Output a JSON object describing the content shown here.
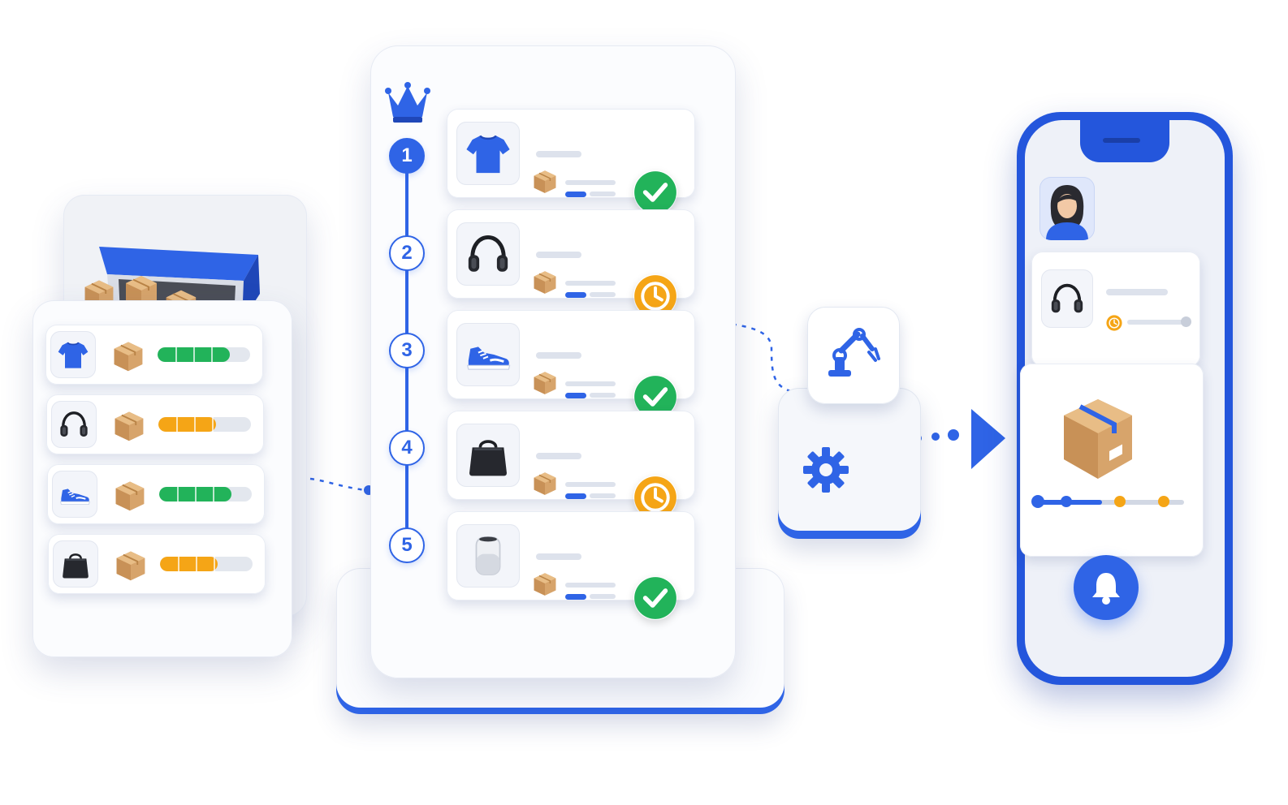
{
  "colors": {
    "accent": "#2f64e6",
    "success": "#22b35a",
    "pending": "#f5a516",
    "box": "#d7a46b"
  },
  "warehouse": {
    "items": [
      {
        "icon": "tshirt-icon",
        "stock_level": 0.78,
        "stock_color": "#22b35a"
      },
      {
        "icon": "headphones-icon",
        "stock_level": 0.62,
        "stock_color": "#f5a516"
      },
      {
        "icon": "sneaker-icon",
        "stock_level": 0.78,
        "stock_color": "#22b35a"
      },
      {
        "icon": "handbag-icon",
        "stock_level": 0.62,
        "stock_color": "#f5a516"
      }
    ]
  },
  "ranking": {
    "crown_icon": "crown-icon",
    "steps": [
      {
        "number": "1",
        "icon": "tshirt-icon",
        "status": "done"
      },
      {
        "number": "2",
        "icon": "headphones-icon",
        "status": "pending"
      },
      {
        "number": "3",
        "icon": "sneaker-icon",
        "status": "done"
      },
      {
        "number": "4",
        "icon": "handbag-icon",
        "status": "pending"
      },
      {
        "number": "5",
        "icon": "speaker-icon",
        "status": "done"
      }
    ]
  },
  "automation": {
    "icons": [
      "robot-arm-icon",
      "gear-icon"
    ]
  },
  "phone": {
    "avatar_icon": "user-avatar-icon",
    "order_item_icon": "headphones-icon",
    "order_status": "pending",
    "package_icon": "package-icon",
    "tracking_progress": 0.45,
    "notification_icon": "bell-icon"
  }
}
